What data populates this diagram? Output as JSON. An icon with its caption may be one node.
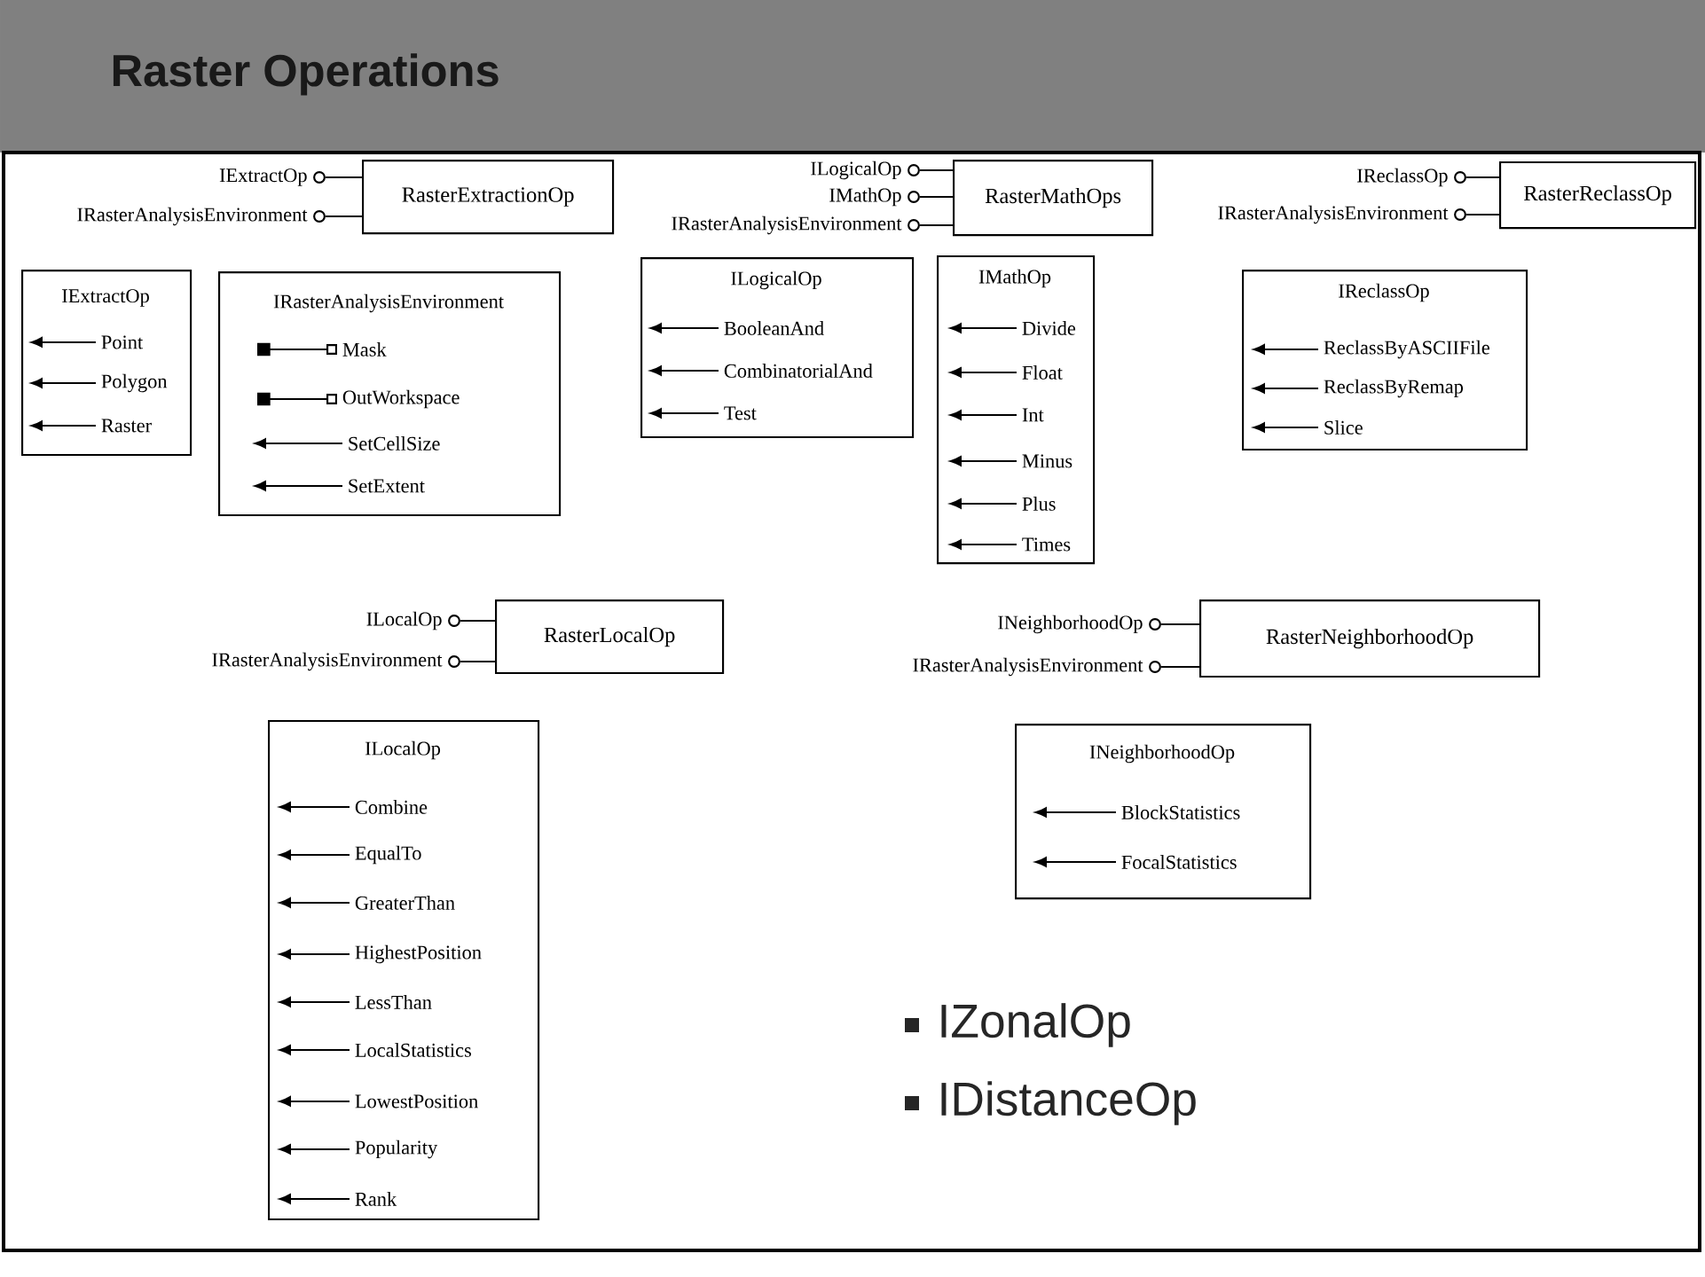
{
  "diagram": {
    "title": "Raster Operations",
    "nodes": [
      {
        "text": [],
        "shape": "circle",
        "beside": [
          "IExtractOp"
        ]
      },
      {
        "text": [],
        "shape": "circle",
        "beside": [
          "IRasterAnalysisEnvironment"
        ]
      },
      {
        "text": [
          "RasterExtractionOp"
        ]
      },
      {
        "text": [],
        "shape": "circle",
        "beside": [
          "ILogicalOp"
        ]
      },
      {
        "text": [],
        "shape": "circle",
        "beside": [
          "IMathOp"
        ]
      },
      {
        "text": [],
        "shape": "circle",
        "beside": [
          "IRasterAnalysisEnvironment"
        ]
      },
      {
        "text": [
          "RasterMathOps"
        ]
      },
      {
        "text": [],
        "shape": "circle",
        "beside": [
          "IReclassOp"
        ]
      },
      {
        "text": [],
        "shape": "circle",
        "beside": [
          "IRasterAnalysisEnvironment"
        ]
      },
      {
        "text": [
          "RasterReclassOp"
        ]
      },
      {
        "text": [
          "IExtractOp"
        ]
      },
      {
        "text": [
          "Point"
        ],
        "in": 10
      },
      {
        "text": [
          "Polygon"
        ],
        "in": 10
      },
      {
        "text": [
          "Raster"
        ],
        "in": 10
      },
      {
        "text": [
          "IRasterAnalysisEnvironment"
        ]
      },
      {
        "text": [
          "Mask"
        ],
        "in": 14
      },
      {
        "text": [
          "OutWorkspace"
        ],
        "in": 14
      },
      {
        "text": [
          "SetCellSize"
        ],
        "in": 14
      },
      {
        "text": [
          "SetExtent"
        ],
        "in": 14
      },
      {
        "text": [
          "ILogicalOp"
        ]
      },
      {
        "text": [
          "BooleanAnd"
        ],
        "in": 19
      },
      {
        "text": [
          "CombinatorialAnd"
        ],
        "in": 19
      },
      {
        "text": [
          "Test"
        ],
        "in": 19
      },
      {
        "text": [
          "IMathOp"
        ]
      },
      {
        "text": [
          "Divide"
        ],
        "in": 23
      },
      {
        "text": [
          "Float"
        ],
        "in": 23
      },
      {
        "text": [
          "Int"
        ],
        "in": 23
      },
      {
        "text": [
          "Minus"
        ],
        "in": 23
      },
      {
        "text": [
          "Plus"
        ],
        "in": 23
      },
      {
        "text": [
          "Times"
        ],
        "in": 23
      },
      {
        "text": [
          "IReclassOp"
        ]
      },
      {
        "text": [
          "ReclassByASCIIFile"
        ],
        "in": 30
      },
      {
        "text": [
          "ReclassByRemap"
        ],
        "in": 30
      },
      {
        "text": [
          "Slice"
        ],
        "in": 30
      },
      {
        "text": [],
        "shape": "circle",
        "beside": [
          "ILocalOp"
        ]
      },
      {
        "text": [],
        "shape": "circle",
        "beside": [
          "IRasterAnalysisEnvironment"
        ]
      },
      {
        "text": [
          "RasterLocalOp"
        ]
      },
      {
        "text": [],
        "shape": "circle",
        "beside": [
          "INeighborhoodOp"
        ]
      },
      {
        "text": [],
        "shape": "circle",
        "beside": [
          "IRasterAnalysisEnvironment"
        ]
      },
      {
        "text": [
          "RasterNeighborhoodOp"
        ]
      },
      {
        "text": [
          "ILocalOp"
        ]
      },
      {
        "text": [
          "Combine"
        ],
        "in": 40
      },
      {
        "text": [
          "EqualTo"
        ],
        "in": 40
      },
      {
        "text": [
          "GreaterThan"
        ],
        "in": 40
      },
      {
        "text": [
          "HighestPosition"
        ],
        "in": 40
      },
      {
        "text": [
          "LessThan"
        ],
        "in": 40
      },
      {
        "text": [
          "LocalStatistics"
        ],
        "in": 40
      },
      {
        "text": [
          "LowestPosition"
        ],
        "in": 40
      },
      {
        "text": [
          "Popularity"
        ],
        "in": 40
      },
      {
        "text": [
          "Rank"
        ],
        "in": 40
      },
      {
        "text": [
          "INeighborhoodOp"
        ]
      },
      {
        "text": [
          "BlockStatistics"
        ],
        "in": 50
      },
      {
        "text": [
          "FocalStatistics"
        ],
        "in": 50
      }
    ],
    "edges": [
      {
        "from": 0,
        "to": 2,
        "arrow": "none"
      },
      {
        "from": 1,
        "to": 2,
        "arrow": "none"
      },
      {
        "from": 3,
        "to": 6,
        "arrow": "none"
      },
      {
        "from": 4,
        "to": 6,
        "arrow": "none"
      },
      {
        "from": 5,
        "to": 6,
        "arrow": "none"
      },
      {
        "from": 7,
        "to": 9,
        "arrow": "none"
      },
      {
        "from": 8,
        "to": 9,
        "arrow": "none"
      },
      {
        "from": 11,
        "to": null,
        "arrow": "to"
      },
      {
        "from": 12,
        "to": null,
        "arrow": "to"
      },
      {
        "from": 13,
        "to": null,
        "arrow": "to"
      },
      {
        "from": 15,
        "to": null,
        "arrow": "other"
      },
      {
        "from": 16,
        "to": null,
        "arrow": "other"
      },
      {
        "from": 17,
        "to": null,
        "arrow": "to"
      },
      {
        "from": 18,
        "to": null,
        "arrow": "to"
      },
      {
        "from": 20,
        "to": null,
        "arrow": "to"
      },
      {
        "from": 21,
        "to": null,
        "arrow": "to"
      },
      {
        "from": 22,
        "to": null,
        "arrow": "to"
      },
      {
        "from": 24,
        "to": null,
        "arrow": "to"
      },
      {
        "from": 25,
        "to": null,
        "arrow": "to"
      },
      {
        "from": 26,
        "to": null,
        "arrow": "to"
      },
      {
        "from": 27,
        "to": null,
        "arrow": "to"
      },
      {
        "from": 28,
        "to": null,
        "arrow": "to"
      },
      {
        "from": 29,
        "to": null,
        "arrow": "to"
      },
      {
        "from": 31,
        "to": null,
        "arrow": "to"
      },
      {
        "from": 32,
        "to": null,
        "arrow": "to"
      },
      {
        "from": 33,
        "to": null,
        "arrow": "to"
      },
      {
        "from": 34,
        "to": 36,
        "arrow": "none"
      },
      {
        "from": 35,
        "to": 36,
        "arrow": "none"
      },
      {
        "from": 37,
        "to": 39,
        "arrow": "none"
      },
      {
        "from": 38,
        "to": 39,
        "arrow": "none"
      },
      {
        "from": 41,
        "to": null,
        "arrow": "to"
      },
      {
        "from": 42,
        "to": null,
        "arrow": "to"
      },
      {
        "from": 43,
        "to": null,
        "arrow": "to"
      },
      {
        "from": 44,
        "to": null,
        "arrow": "to"
      },
      {
        "from": 45,
        "to": null,
        "arrow": "to"
      },
      {
        "from": 46,
        "to": null,
        "arrow": "to"
      },
      {
        "from": 47,
        "to": null,
        "arrow": "to"
      },
      {
        "from": 48,
        "to": null,
        "arrow": "to"
      },
      {
        "from": 49,
        "to": null,
        "arrow": "to"
      },
      {
        "from": 51,
        "to": null,
        "arrow": "to"
      },
      {
        "from": 52,
        "to": null,
        "arrow": "to"
      }
    ],
    "labels": [
      "IZonalOp",
      "IDistanceOp"
    ]
  }
}
